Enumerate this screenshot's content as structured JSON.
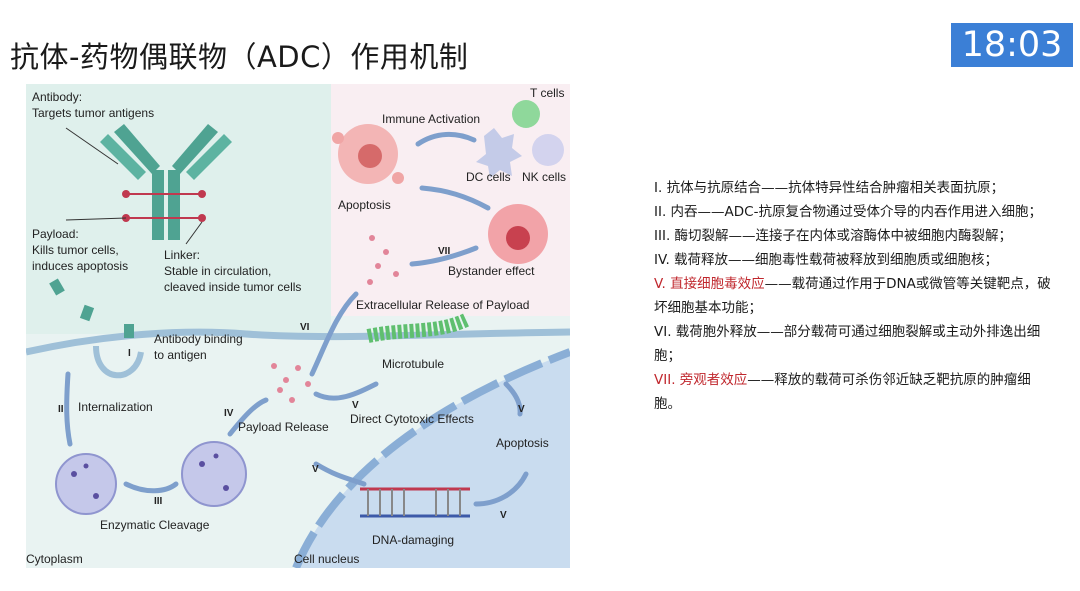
{
  "title": "抗体-药物偶联物（ADC）作用机制",
  "clock": "18:03",
  "colors": {
    "clock_bg": "#3b7fd6",
    "highlight_red": "#c0272d",
    "antibody_teal": "#4fa392",
    "linker_red": "#c0394f"
  },
  "diagram": {
    "labels": {
      "antibody_title": "Antibody:",
      "antibody_desc": "Targets tumor antigens",
      "payload_title": "Payload:",
      "payload_desc1": "Kills tumor cells,",
      "payload_desc2": "induces apoptosis",
      "linker_title": "Linker:",
      "linker_desc1": "Stable in circulation,",
      "linker_desc2": "cleaved inside tumor cells",
      "t_cells": "T cells",
      "immune_activation": "Immune Activation",
      "dc_cells": "DC cells",
      "nk_cells": "NK cells",
      "apoptosis_top": "Apoptosis",
      "bystander": "Bystander effect",
      "extracellular": "Extracellular Release of Payload",
      "binding1": "Antibody binding",
      "binding2": "to antigen",
      "microtubule": "Microtubule",
      "internalization": "Internalization",
      "payload_release": "Payload Release",
      "direct_cytotoxic": "Direct Cytotoxic Effects",
      "apoptosis_right": "Apoptosis",
      "enzymatic": "Enzymatic Cleavage",
      "dna_damaging": "DNA-damaging",
      "cytoplasm": "Cytoplasm",
      "cell_nucleus": "Cell nucleus"
    },
    "roman": {
      "i": "I",
      "ii": "II",
      "iii": "III",
      "iv": "IV",
      "v1": "V",
      "v2": "V",
      "v3": "V",
      "v4": "V",
      "vi": "VI",
      "vii": "VII"
    }
  },
  "steps": [
    {
      "highlight": "",
      "text": "I. 抗体与抗原结合——抗体特异性结合肿瘤相关表面抗原；"
    },
    {
      "highlight": "",
      "text": "II. 内吞——ADC-抗原复合物通过受体介导的内吞作用进入细胞；"
    },
    {
      "highlight": "",
      "text": "III. 酶切裂解——连接子在内体或溶酶体中被细胞内酶裂解；"
    },
    {
      "highlight": "",
      "text": "IV. 载荷释放——细胞毒性载荷被释放到细胞质或细胞核；"
    },
    {
      "highlight": "V. 直接细胞毒效应",
      "text": "——载荷通过作用于DNA或微管等关键靶点，破坏细胞基本功能；"
    },
    {
      "highlight": "",
      "text": "VI. 载荷胞外释放——部分载荷可通过细胞裂解或主动外排逸出细胞；"
    },
    {
      "highlight": "VII. 旁观者效应",
      "text": "——释放的载荷可杀伤邻近缺乏靶抗原的肿瘤细胞。"
    }
  ]
}
